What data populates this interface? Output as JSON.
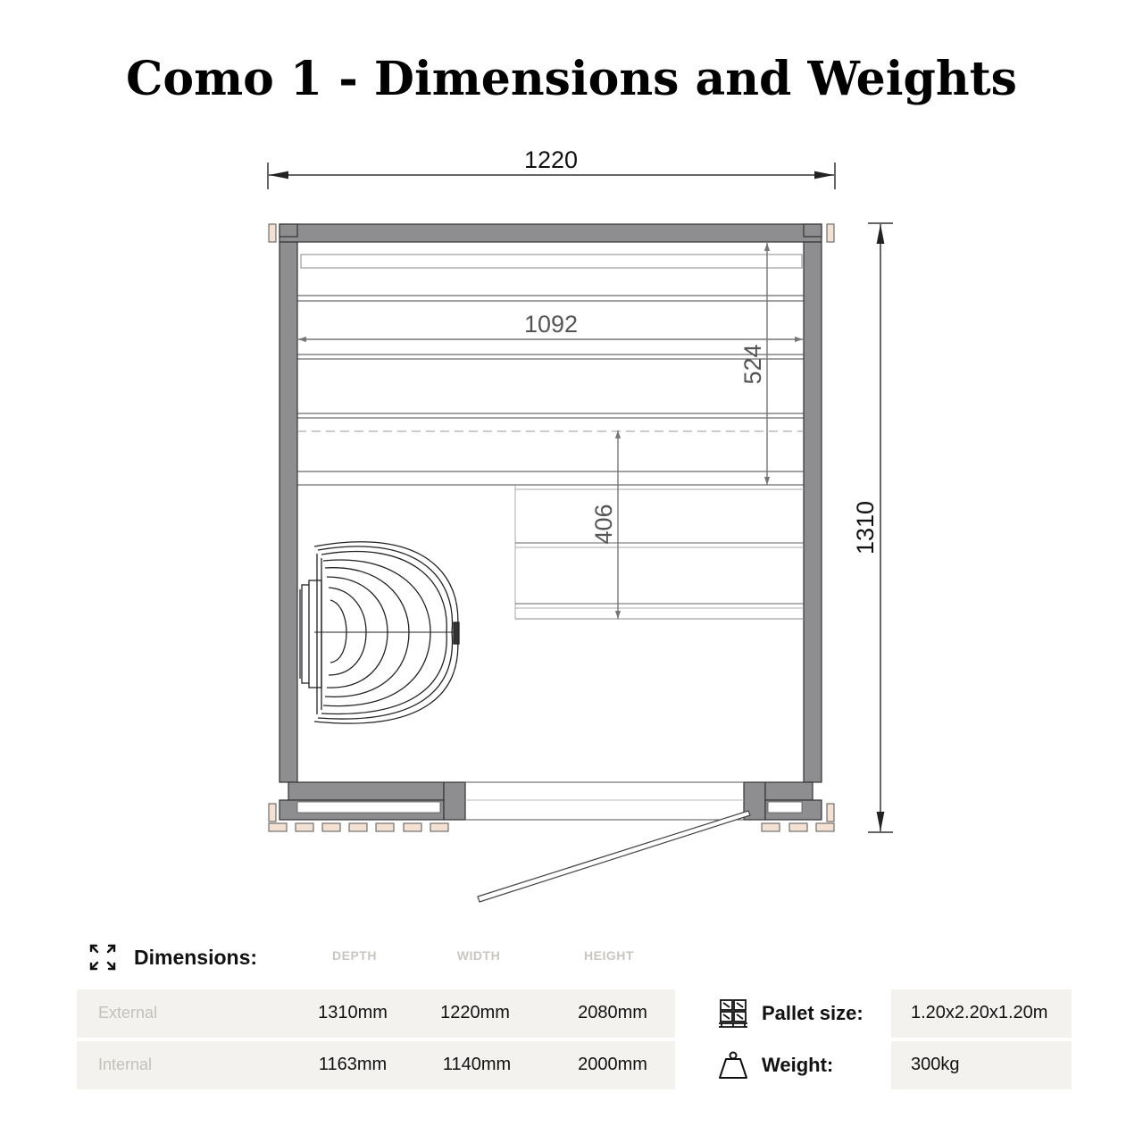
{
  "title": "Como 1 - Dimensions and Weights",
  "diagram": {
    "outer_width": "1220",
    "outer_depth": "1310",
    "bench_width": "1092",
    "bench_upper_depth": "524",
    "bench_lower_depth": "406"
  },
  "dimensions": {
    "heading": "Dimensions:",
    "columns": [
      "DEPTH",
      "WIDTH",
      "HEIGHT"
    ],
    "rows": [
      {
        "label": "External",
        "depth": "1310mm",
        "width": "1220mm",
        "height": "2080mm"
      },
      {
        "label": "Internal",
        "depth": "1163mm",
        "width": "1140mm",
        "height": "2000mm"
      }
    ]
  },
  "pallet": {
    "label": "Pallet size:",
    "value": "1.20x2.20x1.20m"
  },
  "weight": {
    "label": "Weight:",
    "value": "300kg"
  },
  "icons": {
    "dimensions": "expand-arrows-icon",
    "pallet": "pallet-boxes-icon",
    "weight": "weight-icon"
  },
  "colors": {
    "wall": "#8e8e90",
    "wall_stroke": "#333333",
    "bench_line": "#444444",
    "dim_line": "#555555",
    "foot": "#f3e2d3",
    "table_bg": "#f3f2ee"
  }
}
